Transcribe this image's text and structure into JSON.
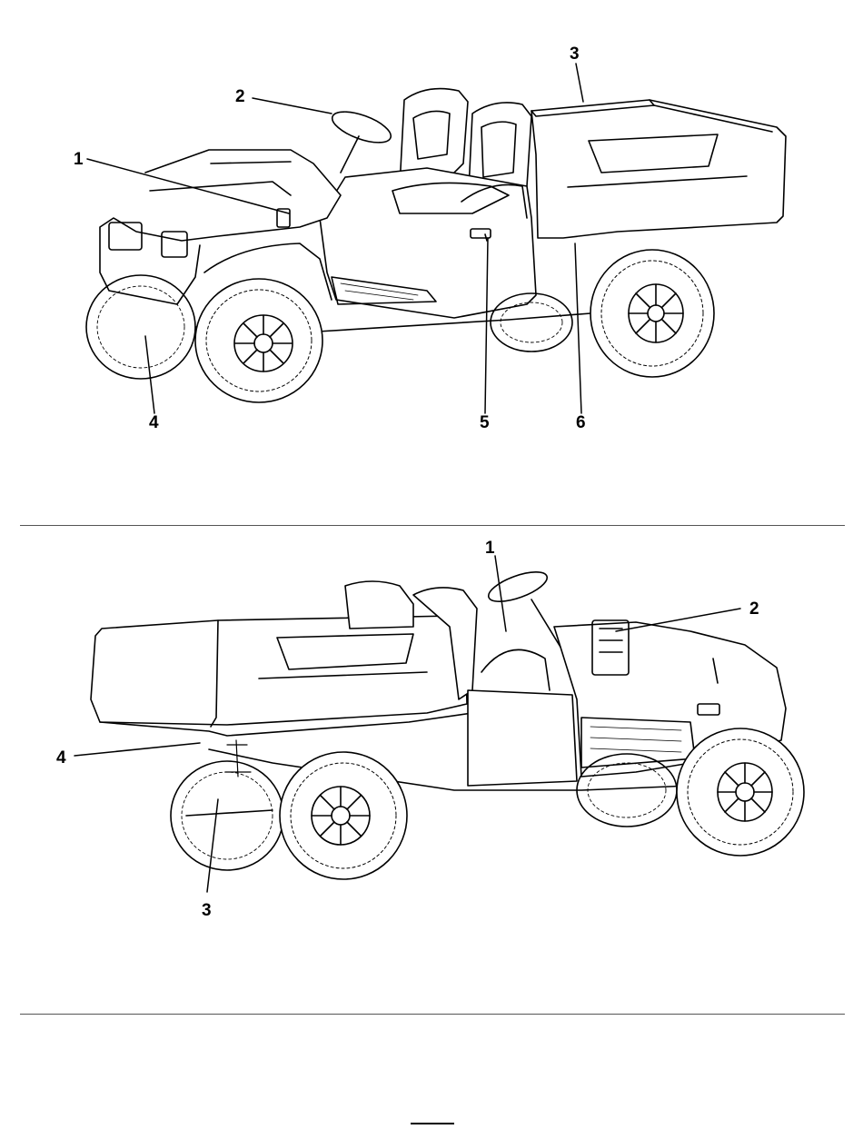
{
  "figure_top": {
    "callouts": [
      "1",
      "2",
      "3",
      "4",
      "5",
      "6"
    ]
  },
  "figure_bottom": {
    "callouts": [
      "1",
      "2",
      "3",
      "4"
    ]
  }
}
